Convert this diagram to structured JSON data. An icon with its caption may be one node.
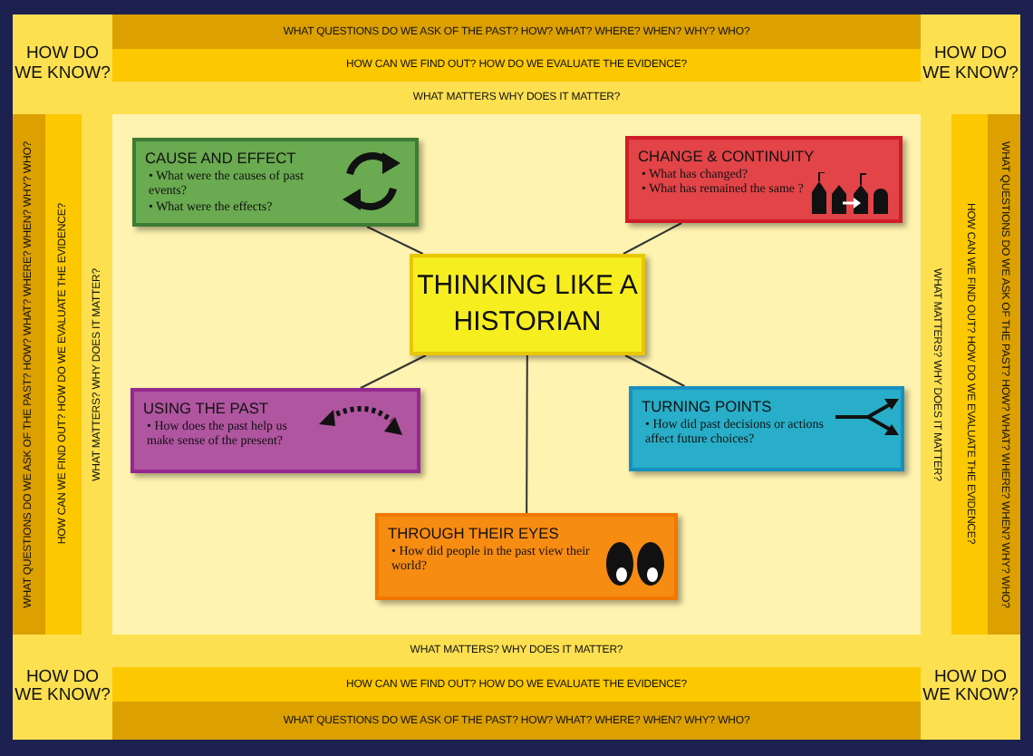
{
  "diagram": {
    "nodes": [
      {
        "text": [
          "HOW DO WE KNOW?"
        ]
      },
      {
        "text": [
          "HOW DO WE KNOW?"
        ]
      },
      {
        "text": [
          "WHAT QUESTIONS DO WE ASK OF THE PAST? HOW? WHAT? WHERE? WHEN? WHY? WHO?"
        ]
      },
      {
        "text": [
          "HOW CAN WE FIND OUT? HOW DO WE EVALUATE THE EVIDENCE?"
        ]
      },
      {
        "text": [
          "WHAT MATTERS  WHY DOES IT MATTER?"
        ]
      },
      {
        "text": [
          "WHAT QUESTIONS DO WE ASK OF THE PAST? HOW? WHAT? WHERE? WHEN? WHY? WHO?"
        ]
      },
      {
        "text": [
          "HOW CAN WE FIND OUT? HOW DO WE EVALUATE THE EVIDENCE?"
        ]
      },
      {
        "text": [
          "WHAT MATTERS? WHY DOES IT MATTER?"
        ]
      },
      {
        "text": [
          "WHAT MATTERS? WHY DOES IT MATTER?"
        ]
      },
      {
        "text": [
          "HOW CAN WE FIND OUT? HOW DO WE EVALUATE THE EVIDENCE?"
        ]
      },
      {
        "text": [
          "WHAT QUESTIONS DO WE ASK OF THE PAST? HOW? WHAT? WHERE? WHEN? WHY? WHO?"
        ]
      },
      {
        "text": [
          "CAUSE AND EFFECT",
          "• What were the causes of past events?",
          "• What were the effects?"
        ]
      },
      {
        "text": [
          "CHANGE & CONTINUITY",
          "• What has changed?",
          "• What has remained the same ?"
        ]
      },
      {
        "text": [
          "THINKING LIKE A HISTORIAN"
        ]
      },
      {
        "text": [
          "USING THE PAST",
          "• How does the past help us make sense of the present?"
        ]
      },
      {
        "text": [
          "TURNING POINTS",
          "• How did past decisions or actions affect future choices?"
        ]
      },
      {
        "text": [
          "THROUGH THEIR EYES",
          "• How did people in the past view their world?"
        ]
      },
      {
        "text": [
          "WHAT MATTERS? WHY DOES IT MATTER?"
        ]
      },
      {
        "text": [
          "HOW CAN WE FIND OUT? HOW DO WE EVALUATE THE EVIDENCE?"
        ]
      },
      {
        "text": [
          "WHAT QUESTIONS DO WE ASK OF THE PAST? HOW? WHAT? WHERE? WHEN? WHY? WHO?"
        ]
      },
      {
        "text": [
          "HOW DO WE KNOW?"
        ]
      },
      {
        "text": [
          "HOW DO WE KNOW?"
        ]
      }
    ],
    "edges": [
      {
        "from": 13,
        "to": 11,
        "arrow": "none"
      },
      {
        "from": 13,
        "to": 12,
        "arrow": "none"
      },
      {
        "from": 13,
        "to": 14,
        "arrow": "none"
      },
      {
        "from": 13,
        "to": 15,
        "arrow": "none"
      },
      {
        "from": 13,
        "to": 16,
        "arrow": "none"
      }
    ]
  }
}
